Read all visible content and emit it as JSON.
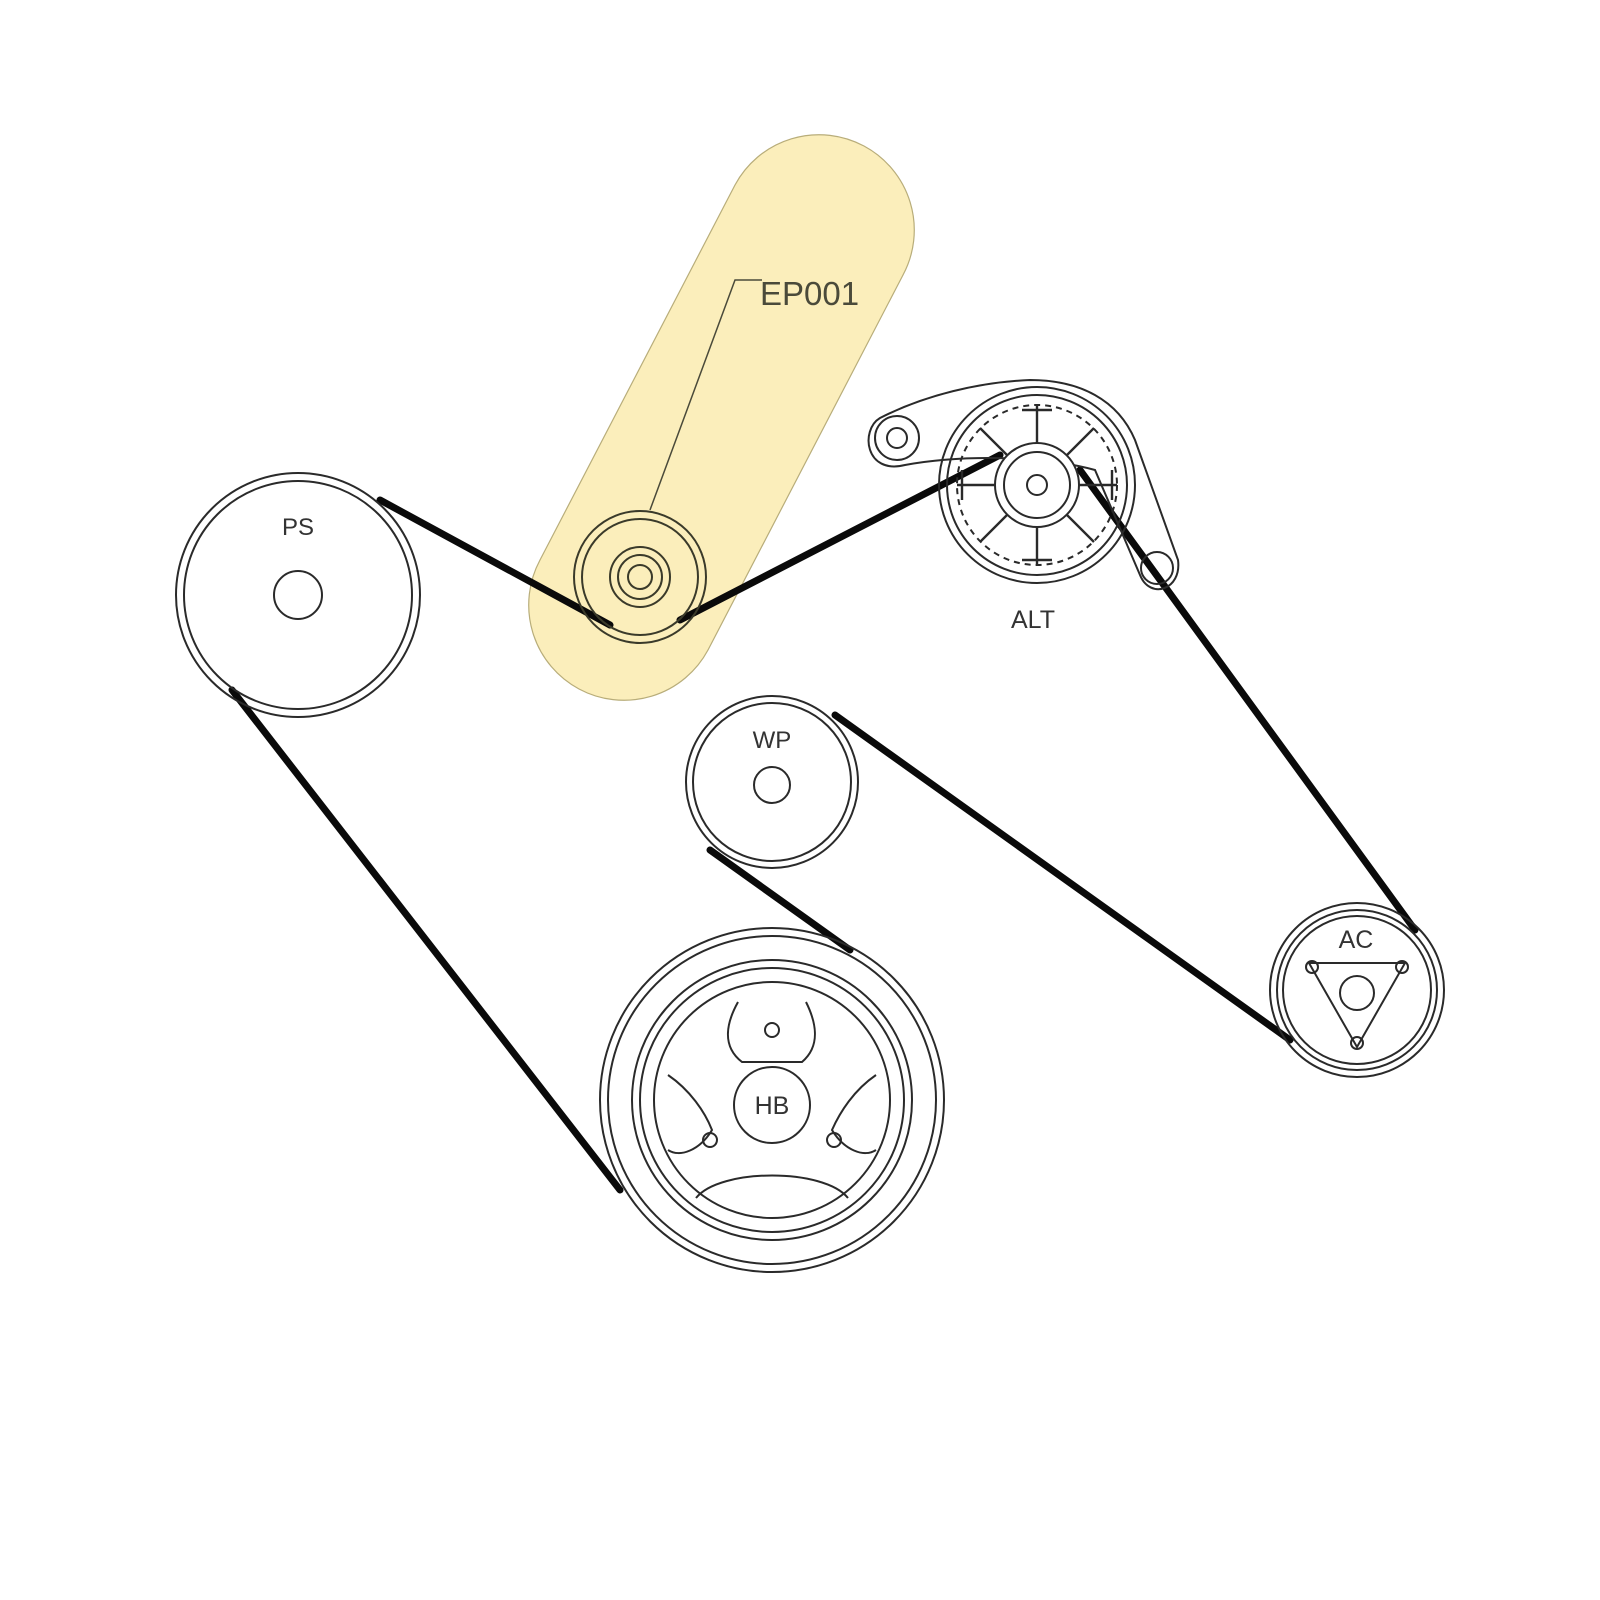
{
  "colors": {
    "background": "#ffffff",
    "line": "#2a2a2a",
    "belt": "#0a0a0a",
    "highlight_fill": "#fbeebb",
    "highlight_stroke": "#b8ad7a"
  },
  "callout": {
    "label": "EP001"
  },
  "pulleys": {
    "ps": {
      "label": "PS"
    },
    "alt": {
      "label": "ALT"
    },
    "wp": {
      "label": "WP"
    },
    "hb": {
      "label": "HB"
    },
    "ac": {
      "label": "AC"
    }
  }
}
